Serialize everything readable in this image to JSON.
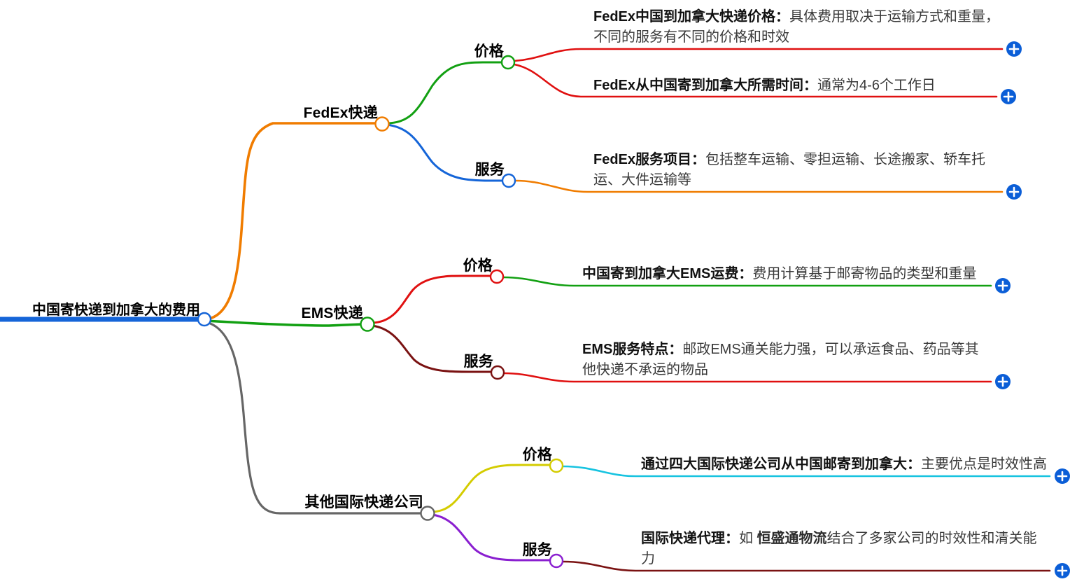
{
  "root": {
    "label": "中国寄快递到加拿大的费用",
    "color": "#1565d8"
  },
  "branches": [
    {
      "label": "FedEx快递",
      "color": "#f07c00",
      "children": [
        {
          "label": "价格",
          "color": "#12a012",
          "leaves": [
            {
              "lead": "FedEx中国到加拿大快递价格",
              "sep": "：",
              "desc": "具体费用取决于运输方式和重量，不同的服务有不同的价格和时效",
              "color": "#e01010",
              "expand_icon": "plus-icon"
            },
            {
              "lead": "FedEx从中国寄到加拿大所需时间",
              "sep": "：",
              "desc": "通常为4-6个工作日",
              "color": "#e01010",
              "expand_icon": "plus-icon"
            }
          ]
        },
        {
          "label": "服务",
          "color": "#1565d8",
          "leaves": [
            {
              "lead": "FedEx服务项目",
              "sep": "：",
              "desc": "包括整车运输、零担运输、长途搬家、轿车托运、大件运输等",
              "color": "#f07c00",
              "expand_icon": "plus-icon"
            }
          ]
        }
      ]
    },
    {
      "label": "EMS快递",
      "color": "#12a012",
      "children": [
        {
          "label": "价格",
          "color": "#e01010",
          "leaves": [
            {
              "lead": "中国寄到加拿大EMS运费",
              "sep": "：",
              "desc": "费用计算基于邮寄物品的类型和重量",
              "color": "#12a012",
              "expand_icon": "plus-icon"
            }
          ]
        },
        {
          "label": "服务",
          "color": "#7a1212",
          "leaves": [
            {
              "lead": "EMS服务特点",
              "sep": "：",
              "desc": "邮政EMS通关能力强，可以承运食品、药品等其他快递不承运的物品",
              "color": "#e01010",
              "expand_icon": "plus-icon"
            }
          ]
        }
      ]
    },
    {
      "label": "其他国际快递公司",
      "color": "#666666",
      "children": [
        {
          "label": "价格",
          "color": "#d4cc00",
          "leaves": [
            {
              "lead": "通过四大国际快递公司从中国邮寄到加拿大",
              "sep": "：",
              "desc": "主要优点是时效性高",
              "color": "#17c3e0",
              "expand_icon": "plus-icon"
            }
          ]
        },
        {
          "label": "服务",
          "color": "#8a1fd0",
          "leaves": [
            {
              "lead": "国际快递代理",
              "sep": "：",
              "desc_parts": [
                {
                  "text": "如 ",
                  "bold": false
                },
                {
                  "text": "恒盛通物流",
                  "bold": true
                },
                {
                  "text": "结合了多家公司的时效性和清关能力",
                  "bold": false
                }
              ],
              "color": "#7a1212",
              "expand_icon": "plus-icon"
            }
          ]
        }
      ]
    }
  ],
  "leaf_texts": {
    "l0": {
      "lead": "FedEx中国到加拿大快递价格",
      "sep": "：",
      "desc": "具体费用取决于运输方式和重量，不同的服务有不同的价格和时效"
    },
    "l1": {
      "lead": "FedEx从中国寄到加拿大所需时间",
      "sep": "：",
      "desc": "通常为4-6个工作日"
    },
    "l2": {
      "lead": "FedEx服务项目",
      "sep": "：",
      "desc": "包括整车运输、零担运输、长途搬家、轿车托运、大件运输等"
    },
    "l3": {
      "lead": "中国寄到加拿大EMS运费",
      "sep": "：",
      "desc": "费用计算基于邮寄物品的类型和重量"
    },
    "l4": {
      "lead": "EMS服务特点",
      "sep": "：",
      "desc": "邮政EMS通关能力强，可以承运食品、药品等其他快递不承运的物品"
    },
    "l5": {
      "lead": "通过四大国际快递公司从中国邮寄到加拿大",
      "sep": "：",
      "desc": "主要优点是时效性高"
    },
    "l6": {
      "lead": "国际快递代理",
      "sep": "：",
      "desc_a": "如 ",
      "desc_b": "恒盛通物流",
      "desc_c": "结合了多家公司的时效性和清关能力"
    }
  },
  "labels": {
    "b0": "FedEx快递",
    "b1": "EMS快递",
    "b2": "其他国际快递公司",
    "c0": "价格",
    "c1": "服务",
    "c2": "价格",
    "c3": "服务",
    "c4": "价格",
    "c5": "服务"
  },
  "colors": {
    "root": "#1565d8",
    "fedex": "#f07c00",
    "ems": "#12a012",
    "other": "#666666",
    "red": "#e01010",
    "green": "#12a012",
    "blue": "#1565d8",
    "darkred": "#7a1212",
    "yellow": "#d4cc00",
    "cyan": "#17c3e0",
    "purple": "#8a1fd0",
    "expand_button": "#0b5ed7"
  }
}
